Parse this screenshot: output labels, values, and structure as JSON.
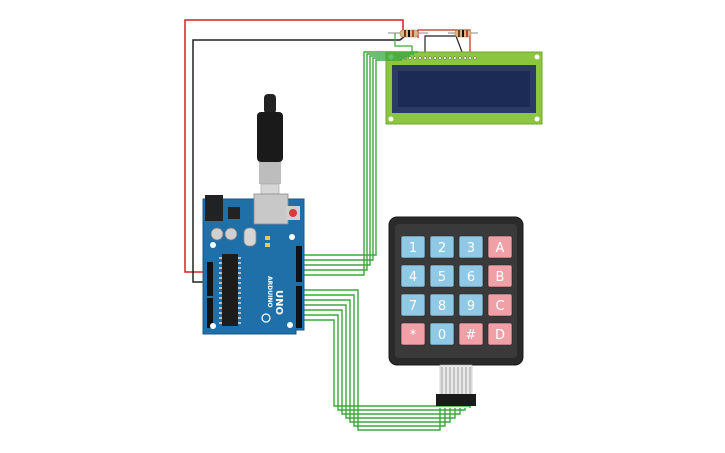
{
  "arduino": {
    "brand": "ARDUINO",
    "model": "UNO"
  },
  "keypad": {
    "keys": [
      {
        "label": "1",
        "type": "digit"
      },
      {
        "label": "2",
        "type": "digit"
      },
      {
        "label": "3",
        "type": "digit"
      },
      {
        "label": "A",
        "type": "letter"
      },
      {
        "label": "4",
        "type": "digit"
      },
      {
        "label": "5",
        "type": "digit"
      },
      {
        "label": "6",
        "type": "digit"
      },
      {
        "label": "B",
        "type": "letter"
      },
      {
        "label": "7",
        "type": "digit"
      },
      {
        "label": "8",
        "type": "digit"
      },
      {
        "label": "9",
        "type": "digit"
      },
      {
        "label": "C",
        "type": "letter"
      },
      {
        "label": "*",
        "type": "letter"
      },
      {
        "label": "0",
        "type": "digit"
      },
      {
        "label": "#",
        "type": "letter"
      },
      {
        "label": "D",
        "type": "letter"
      }
    ]
  },
  "colors": {
    "board": "#1f6fa8",
    "lcd_pcb": "#8cc63f",
    "lcd_screen": "#1c2a56",
    "keypad_body": "#2a2a2a",
    "digit_key": "#8fc9e6",
    "letter_key": "#f1a0a8",
    "wire_green": "#3aa83a",
    "wire_red": "#d22020",
    "wire_black": "#222222"
  }
}
